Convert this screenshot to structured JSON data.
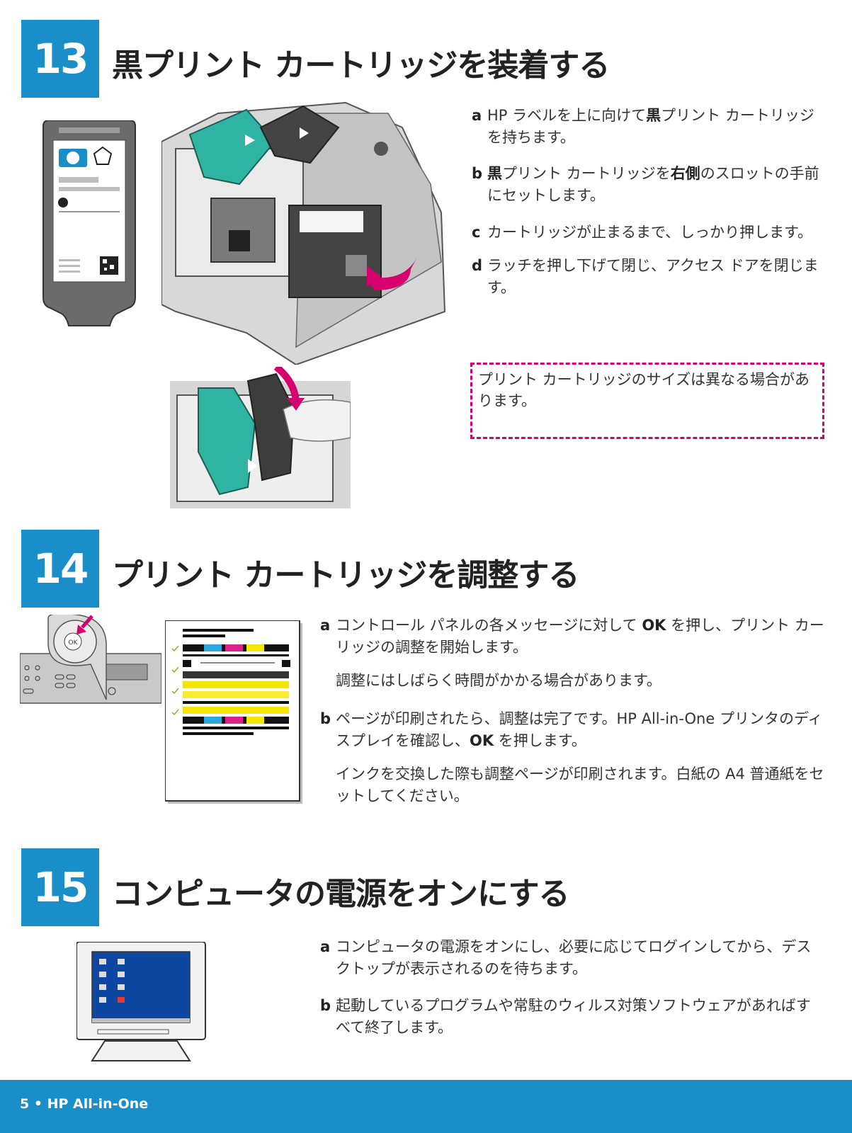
{
  "steps": [
    {
      "number": "13",
      "title": "黒プリント カートリッジを装着する",
      "items": [
        {
          "letter": "a",
          "pre": "HP ラベルを上に向けて",
          "bold1": "黒",
          "mid": "プリント カートリッジを持ちます。",
          "bold2": "",
          "post": ""
        },
        {
          "letter": "b",
          "pre": "",
          "bold1": "黒",
          "mid": "プリント カートリッジを",
          "bold2": "右側",
          "post": "のスロットの手前にセットします。"
        },
        {
          "letter": "c",
          "text": "カートリッジが止まるまで、しっかり押します。"
        },
        {
          "letter": "d",
          "text": "ラッチを押し下げて閉じ、アクセス ドアを閉じます。"
        }
      ],
      "note": "プリント カートリッジのサイズは異なる場合があります。"
    },
    {
      "number": "14",
      "title": "プリント カートリッジを調整する",
      "items": [
        {
          "letter": "a",
          "pre": "コントロール パネルの各メッセージに対して ",
          "bold": "OK",
          "post": " を押し、プリント カーリッジの調整を開始します。",
          "extra": "調整にはしばらく時間がかかる場合があります。"
        },
        {
          "letter": "b",
          "pre": "ページが印刷されたら、調整は完了です。HP All-in-One プリンタのディスプレイを確認し、",
          "bold": "OK",
          "post": " を押します。",
          "extra": "インクを交換した際も調整ページが印刷されます。白紙の A4 普通紙をセットしてください。"
        }
      ],
      "ok_label": "OK"
    },
    {
      "number": "15",
      "title": "コンピュータの電源をオンにする",
      "items": [
        {
          "letter": "a",
          "text": "コンピュータの電源をオンにし、必要に応じてログインしてから、デスクトップが表示されるのを待ちます。"
        },
        {
          "letter": "b",
          "text": "起動しているプログラムや常駐のウィルス対策ソフトウェアがあればすべて終了します。"
        }
      ]
    }
  ],
  "footer": "5 • HP All-in-One",
  "colors": {
    "accent": "#1a8ec8",
    "magenta": "#d6006f",
    "teal": "#2fb3a2"
  }
}
